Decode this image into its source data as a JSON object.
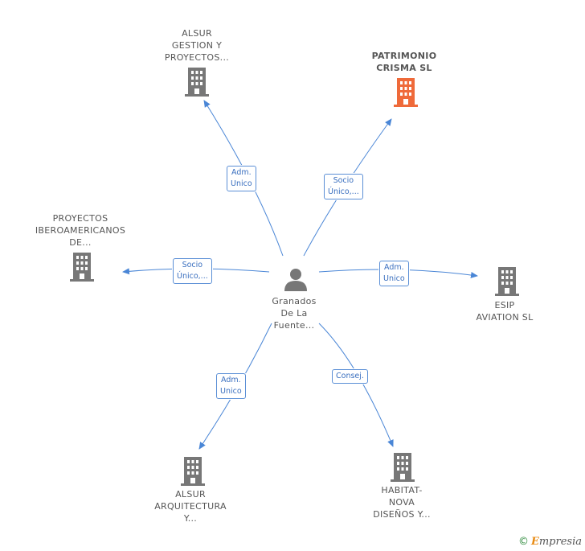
{
  "center": {
    "label": "Granados\nDe La\nFuente..."
  },
  "nodes": [
    {
      "id": "alsur-gestion",
      "label": "ALSUR\nGESTION Y\nPROYECTOS...",
      "color": "#777777",
      "highlight": false
    },
    {
      "id": "patrimonio",
      "label": "PATRIMONIO\nCRISMA  SL",
      "color": "#ef6a3a",
      "highlight": true
    },
    {
      "id": "proyectos-ibero",
      "label": "PROYECTOS\nIBEROAMERICANOS\nDE...",
      "color": "#777777",
      "highlight": false
    },
    {
      "id": "esip",
      "label": "ESIP\nAVIATION SL",
      "color": "#777777",
      "highlight": false
    },
    {
      "id": "alsur-arq",
      "label": "ALSUR\nARQUITECTURA\nY...",
      "color": "#777777",
      "highlight": false
    },
    {
      "id": "habitat",
      "label": "HABITAT-\nNOVA\nDISEÑOS Y...",
      "color": "#777777",
      "highlight": false
    }
  ],
  "relations": [
    {
      "id": "rel-alsur-gestion",
      "label": "Adm.\nUnico"
    },
    {
      "id": "rel-patrimonio",
      "label": "Socio\nÚnico,..."
    },
    {
      "id": "rel-proyectos-ibero",
      "label": "Socio\nÚnico,..."
    },
    {
      "id": "rel-esip",
      "label": "Adm.\nUnico"
    },
    {
      "id": "rel-alsur-arq",
      "label": "Adm.\nUnico"
    },
    {
      "id": "rel-habitat",
      "label": "Consej."
    }
  ],
  "footer": {
    "copyright_symbol": "©",
    "brand_initial": "E",
    "brand_rest": "mpresia"
  },
  "colors": {
    "edge": "#4a86d6",
    "building": "#777777",
    "highlight_building": "#ef6a3a"
  }
}
